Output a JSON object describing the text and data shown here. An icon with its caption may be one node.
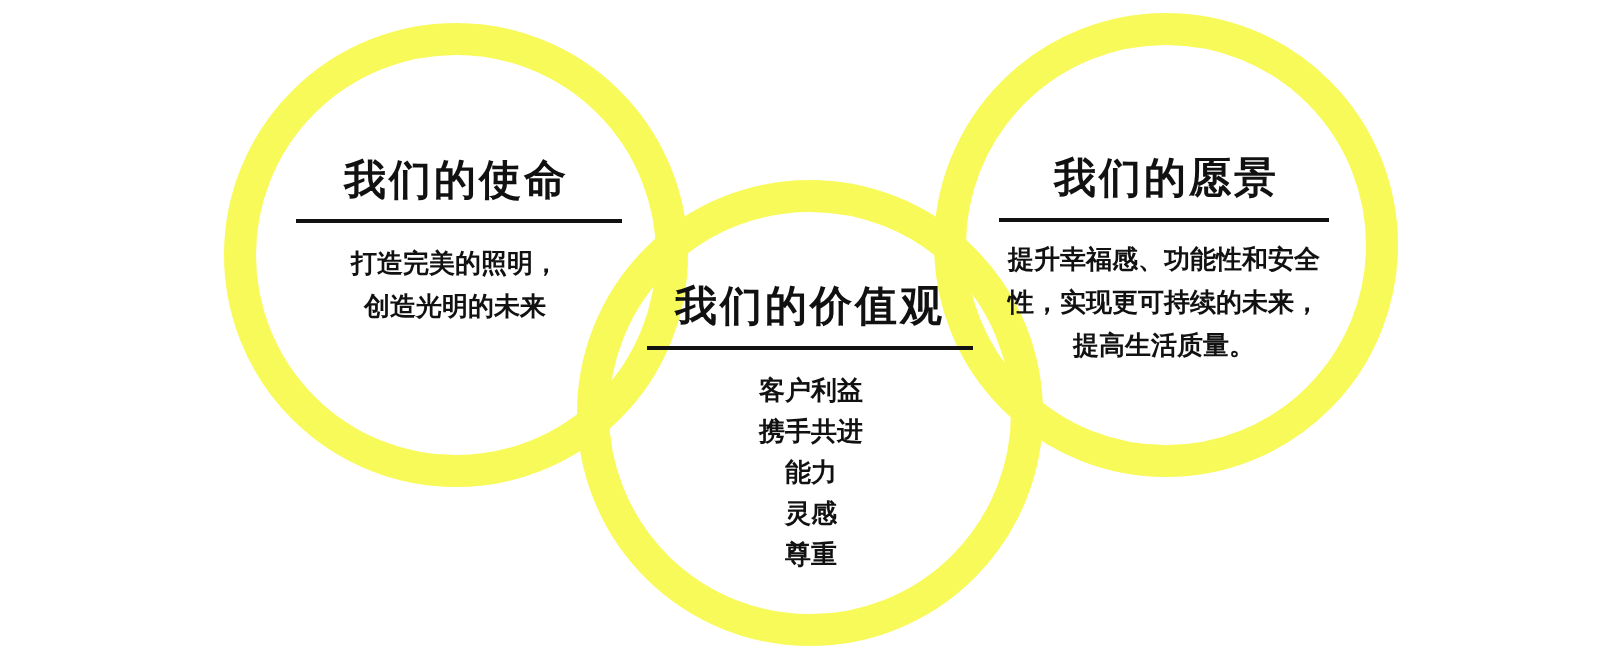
{
  "diagram": {
    "nodes": [
      {
        "text": [
          "我们的使命",
          "打造完美的照明，创造光明的未来"
        ]
      },
      {
        "text": [
          "我们的价值观",
          "客户利益",
          "携手共进",
          "能力",
          "灵感",
          "尊重"
        ]
      },
      {
        "text": [
          "我们的愿景",
          "提升幸福感、功能性和安全性，实现更可持续的未来，提高生活质量。"
        ]
      }
    ]
  }
}
